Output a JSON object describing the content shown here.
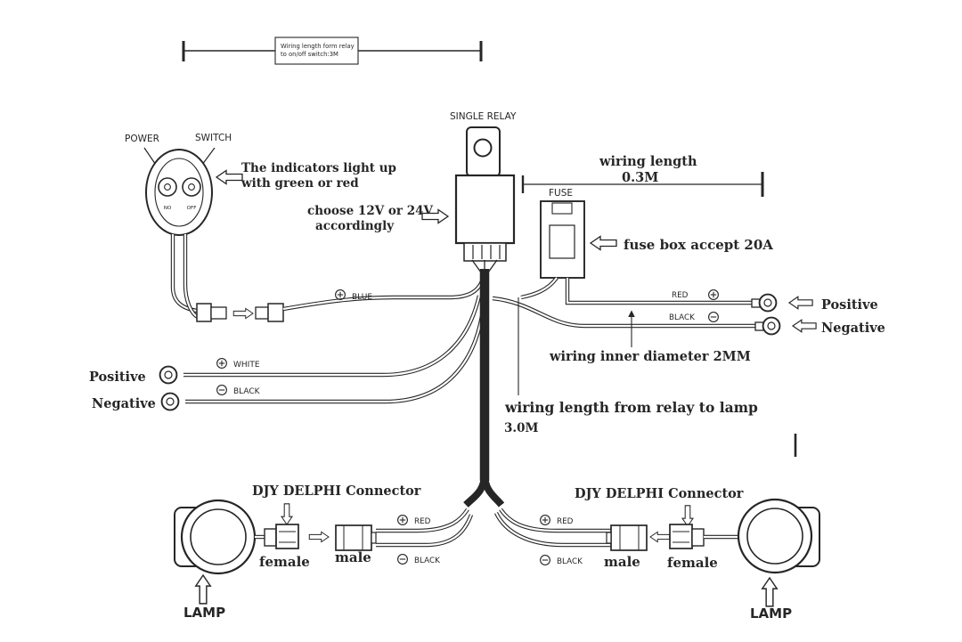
{
  "diagram": {
    "bg": "#ffffff",
    "ink": "#262626"
  },
  "ruler": {
    "line1": "Wiring length form relay",
    "line2": "to on/off switch:3M"
  },
  "switch_unit": {
    "power": "POWER",
    "switch": "SWITCH",
    "no": "NO",
    "off": "OFF",
    "note1": "The indicators light up",
    "note2": "with green or red"
  },
  "relay": {
    "title": "SINGLE RELAY",
    "note1": "choose 12V or 24V",
    "note2": "accordingly"
  },
  "measure_relay_switch": {
    "label": "wiring length",
    "value": "0.3M"
  },
  "fuse": {
    "label": "FUSE",
    "note": "fuse box accept 20A"
  },
  "power_leads": {
    "red": "RED",
    "black": "BLACK",
    "positive": "Positive",
    "negative": "Negative",
    "note": "wiring inner diameter 2MM"
  },
  "switch_leads": {
    "blue": "BLUE",
    "white": "WHITE",
    "black": "BLACK",
    "positive": "Positive",
    "negative": "Negative"
  },
  "measure_relay_lamp": {
    "label": "wiring length from relay to lamp",
    "value": "3.0M"
  },
  "left_lamp": {
    "connector": "DJY DELPHI Connector",
    "female": "female",
    "male": "male",
    "red": "RED",
    "black": "BLACK",
    "lamp": "LAMP"
  },
  "right_lamp": {
    "connector": "DJY DELPHI Connector",
    "female": "female",
    "male": "male",
    "red": "RED",
    "black": "BLACK",
    "lamp": "LAMP"
  }
}
